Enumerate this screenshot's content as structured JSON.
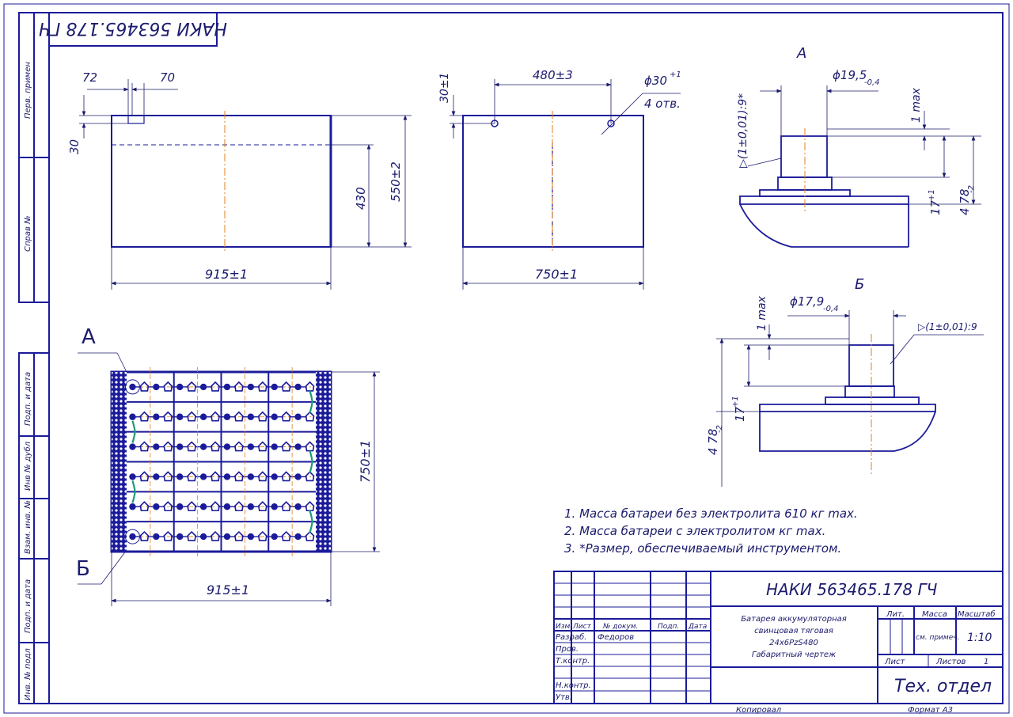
{
  "document": {
    "code": "НАКИ 563465.178 ГЧ",
    "code_mirrored": "НАКИ 563465.178 ГЧ"
  },
  "side_stamp": {
    "perv_primen": "Перв. примен",
    "sprav_no": "Справ №",
    "podp_data_1": "Подп. и дата",
    "inv_dubl": "Инв № дубл",
    "vzam_inv": "Взам. инв. №",
    "podp_data_2": "Подп. и дата",
    "inv_podl": "Инв. № подл"
  },
  "side_view": {
    "dim_72": "72",
    "dim_70": "70",
    "dim_30": "30",
    "dim_430": "430",
    "dim_550": "550±2",
    "dim_915": "915±1"
  },
  "front_view": {
    "dim_480": "480±3",
    "dim_30_1": "30±1",
    "dim_hole": "ϕ30",
    "dim_hole_tol": "+1",
    "holes_count": "4 отв.",
    "dim_750": "750±1"
  },
  "detail_a": {
    "label": "А",
    "dim_diam": "ϕ19,5",
    "dim_diam_tol": "-0,4",
    "dim_1max": "1 max",
    "dim_taper": "▷(1±0,01):9*",
    "dim_17": "17",
    "dim_17_tol": "+1",
    "dim_478": "4 78",
    "dim_478_tol": "-2"
  },
  "detail_b": {
    "label": "Б",
    "dim_diam": "ϕ17,9",
    "dim_diam_tol": "-0,4",
    "dim_1max": "1 max",
    "dim_taper": "▷(1±0,01):9",
    "dim_17": "17",
    "dim_17_tol": "+1",
    "dim_478": "4 78",
    "dim_478_tol": "-2"
  },
  "plan_view": {
    "label_a": "А",
    "label_b": "Б",
    "dim_750": "750±1",
    "dim_915": "915±1",
    "grid_rows": 6,
    "grid_cols": 4
  },
  "notes": [
    "1. Масса батареи без электролита 610 кг max.",
    "2. Масса батареи с электролитом        кг max.",
    "3.  *Размер, обеспечиваемый инструментом."
  ],
  "title_block": {
    "designation": "НАКИ 563465.178 ГЧ",
    "name_lines": [
      "Батарея аккумуляторная",
      "свинцовая тяговая",
      "24х6PzS480",
      "Габаритный чертеж"
    ],
    "hdr_izm": "Изм.",
    "hdr_list": "Лист",
    "hdr_docnum": "№ докум.",
    "hdr_podp": "Подп.",
    "hdr_data": "Дата",
    "razrab": "Разраб.",
    "razrab_name": "Федоров",
    "prov": "Пров.",
    "tkontr": "Т.контр.",
    "nkontr": "Н.контр.",
    "utv": "Утв.",
    "lit": "Лит.",
    "massa": "Масса",
    "masshtab": "Масштаб",
    "massa_val": "см. примеч.",
    "scale_val": "1:10",
    "list_lbl": "Лист",
    "listov_lbl": "Листов",
    "listov_val": "1",
    "org": "Тех. отдел",
    "kopiroval": "Копировал",
    "format": "Формат     А3"
  }
}
